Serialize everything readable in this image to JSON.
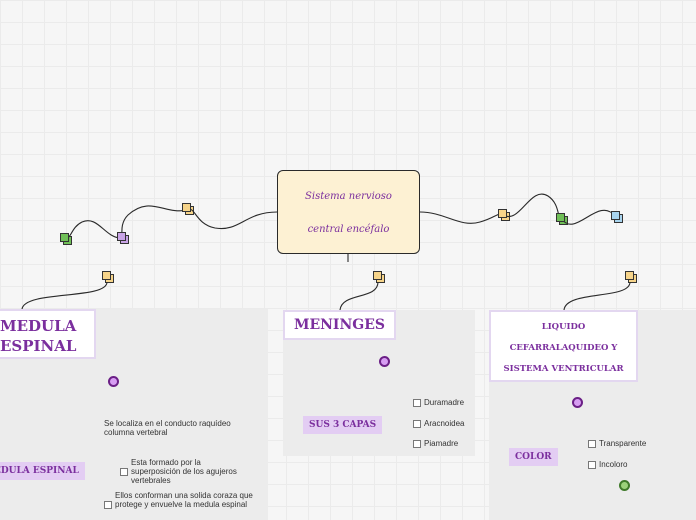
{
  "central": {
    "line1": "Sistema nervioso",
    "line2": "central encéfalo"
  },
  "colors": {
    "topic_text": "#7b2f9e",
    "pill_bg": "#e3cdf3",
    "center_bg": "#fdf1d3",
    "note_yellow": "#f6d48a",
    "note_green": "#6fbf57",
    "note_purple": "#c9a4e6",
    "note_blue": "#a8d4ee",
    "circle_purple": "#d79df2",
    "circle_green": "#9bd27a"
  },
  "branches": {
    "medula": {
      "title_line1": "MEDULA",
      "title_line2": "ESPINAL",
      "pill": "MEDULA ESPINAL",
      "items": [
        "Se localiza en el conducto raquídeo columna vertebral",
        "Esta formado por la superposición de los agujeros vertebrales",
        "Ellos conforman una solida coraza que protege y envuelve la medula espinal"
      ]
    },
    "meninges": {
      "title": "MENINGES",
      "pill": "SUS 3 CAPAS",
      "items": [
        "Duramadre",
        "Aracnoidea",
        "Piamadre"
      ]
    },
    "liquido": {
      "title_line1": "LIQUIDO",
      "title_line2": "CEFARRALAQUIDEO Y",
      "title_line3": "SISTEMA VENTRICULAR",
      "pill": "COLOR",
      "items": [
        "Transparente",
        "Incoloro"
      ]
    }
  }
}
